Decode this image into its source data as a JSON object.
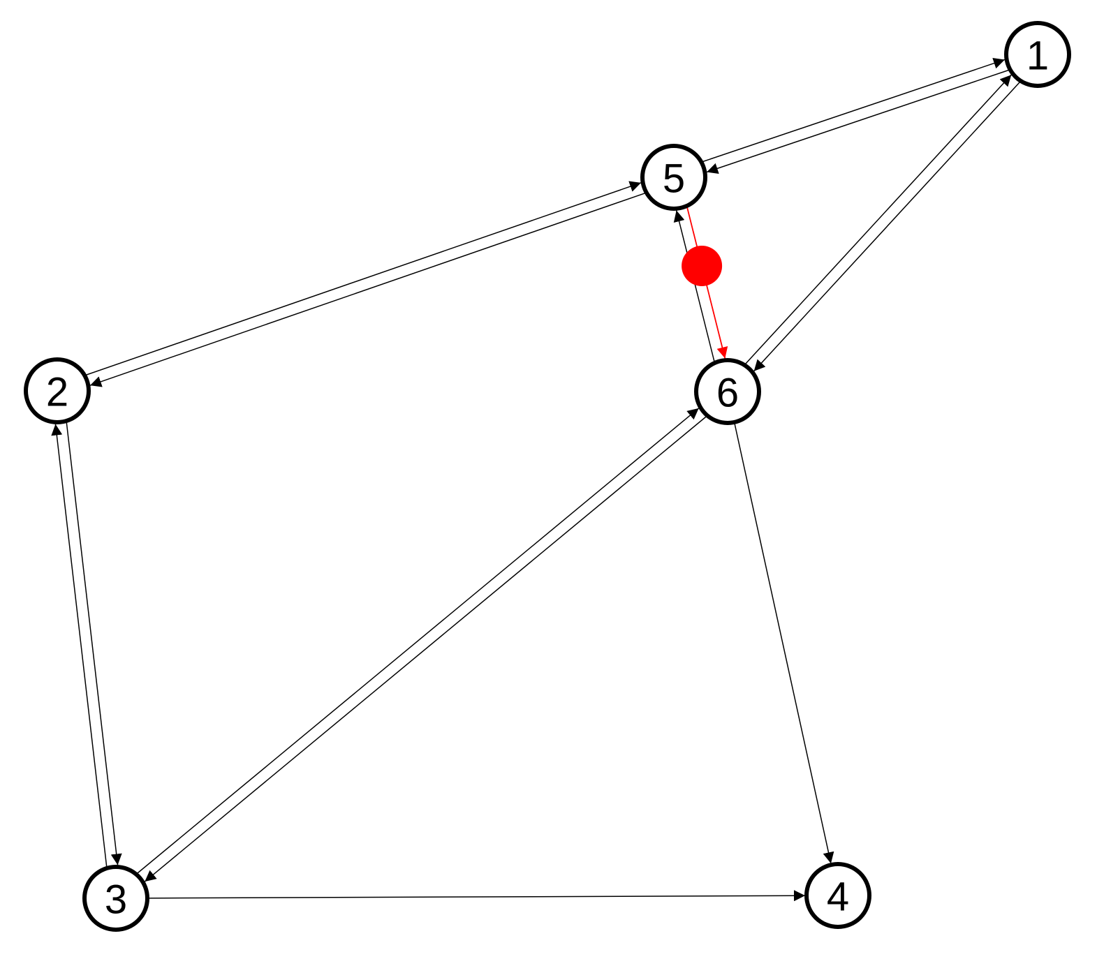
{
  "colors": {
    "edge": "#000000",
    "highlight": "#ff0000",
    "node_fill": "#ffffff",
    "node_stroke": "#000000"
  },
  "nodes": [
    {
      "id": "1",
      "label": "1"
    },
    {
      "id": "2",
      "label": "2"
    },
    {
      "id": "3",
      "label": "3"
    },
    {
      "id": "4",
      "label": "4"
    },
    {
      "id": "5",
      "label": "5"
    },
    {
      "id": "6",
      "label": "6"
    }
  ],
  "edges": [
    {
      "from": "1",
      "to": "5"
    },
    {
      "from": "5",
      "to": "1"
    },
    {
      "from": "5",
      "to": "2"
    },
    {
      "from": "2",
      "to": "5"
    },
    {
      "from": "2",
      "to": "3"
    },
    {
      "from": "3",
      "to": "2"
    },
    {
      "from": "3",
      "to": "6"
    },
    {
      "from": "6",
      "to": "3"
    },
    {
      "from": "6",
      "to": "1"
    },
    {
      "from": "1",
      "to": "6"
    },
    {
      "from": "6",
      "to": "5"
    },
    {
      "from": "5",
      "to": "6",
      "highlighted": true
    },
    {
      "from": "6",
      "to": "4"
    },
    {
      "from": "3",
      "to": "4"
    }
  ],
  "marker": {
    "edge": "5-6",
    "shape": "dot",
    "color": "#ff0000"
  }
}
